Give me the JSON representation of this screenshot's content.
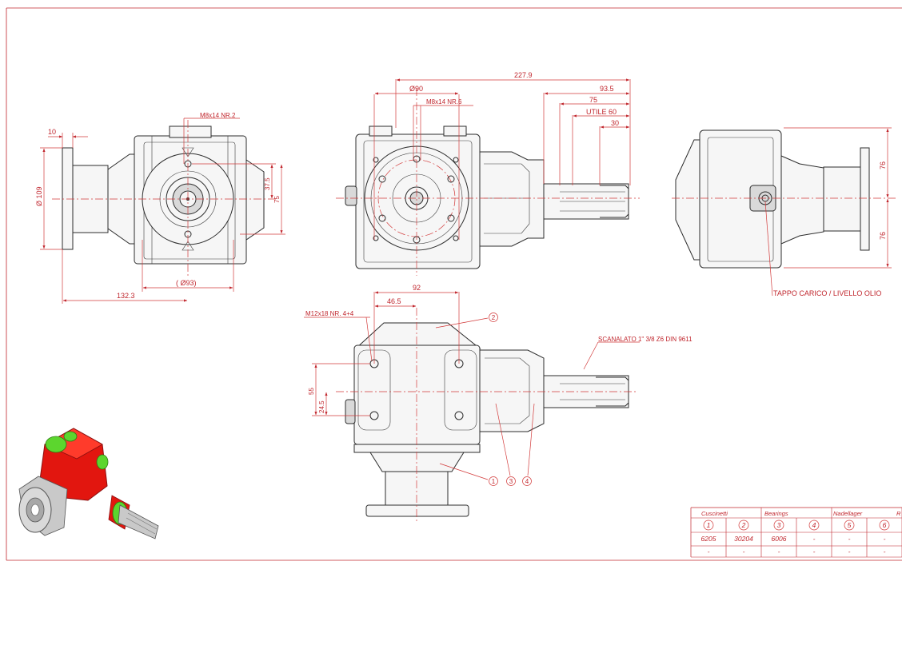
{
  "colors": {
    "annotation": "#c0262d",
    "outline": "#2c2c2c",
    "model_body": "#e2160f",
    "model_highlight": "#5cd62e",
    "model_metal": "#c9c9c9"
  },
  "views": {
    "left": {
      "dims": [
        "10",
        "Ø 109",
        "M8x14 NR.2",
        "37.5",
        "75",
        "( Ø93)",
        "132.3"
      ]
    },
    "front": {
      "dims": [
        "Ø90",
        "M8x14 NR.6",
        "227.9",
        "93.5",
        "75",
        "UTILE 60",
        "30"
      ]
    },
    "right": {
      "dims": [
        "76",
        "76"
      ],
      "note": "TAPPO CARICO / LIVELLO OLIO"
    },
    "bottom": {
      "dims": [
        "92",
        "46.5",
        "M12x18 NR. 4+4",
        "55",
        "24.5"
      ],
      "spline_note": "SCANALATO 1\" 3/8 Z6 DIN 9611",
      "balloons": [
        "1",
        "2",
        "3",
        "4"
      ]
    }
  },
  "table": {
    "headers": [
      "Cuscinetti",
      "Bearings",
      "Nadellager",
      "R"
    ],
    "columns": [
      "1",
      "2",
      "3",
      "4",
      "5",
      "6"
    ],
    "row1": [
      "6205",
      "30204",
      "6006",
      "-",
      "-",
      "-"
    ],
    "row2": [
      "-",
      "-",
      "-",
      "-",
      "-",
      "-"
    ]
  },
  "model": {
    "icon": "gearbox-3d-render"
  }
}
